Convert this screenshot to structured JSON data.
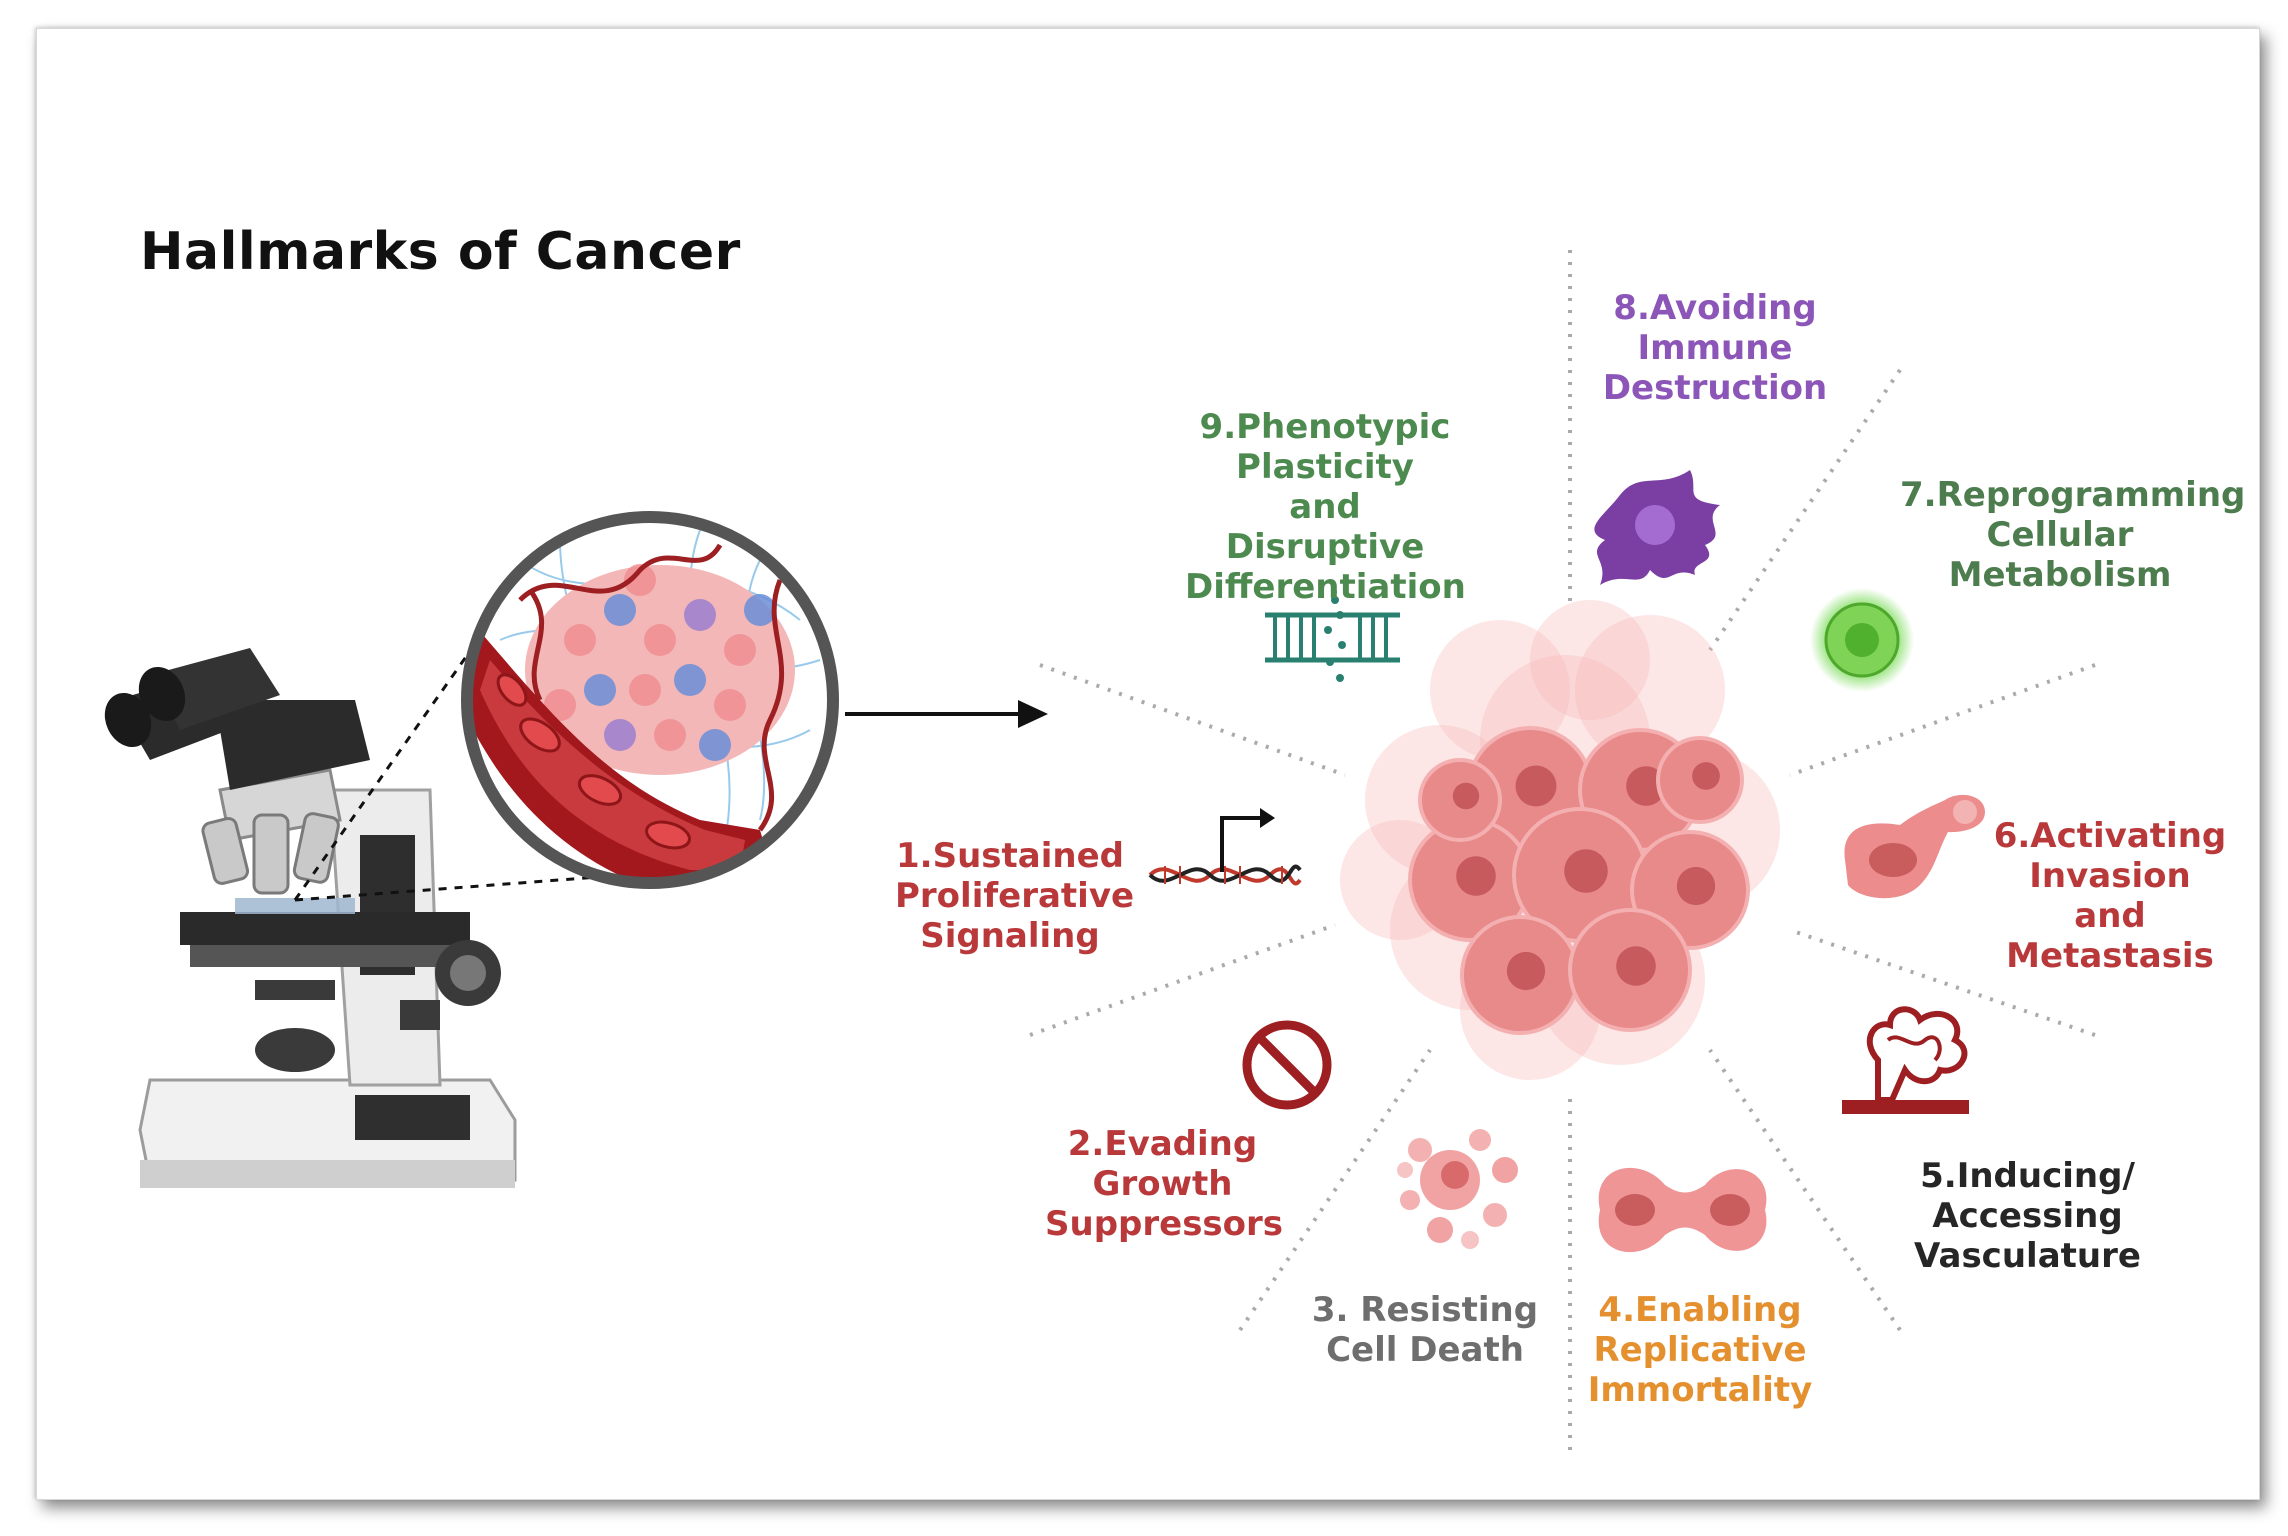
{
  "title": "Hallmarks of Cancer",
  "hallmarks": [
    {
      "label": "1.Sustained\nProliferative\nSignaling",
      "color": "#b9393b",
      "icon": "dna-transcription-icon"
    },
    {
      "label": "2.Evading\nGrowth\nSuppressors",
      "color": "#b9393b",
      "icon": "prohibition-icon"
    },
    {
      "label": "3. Resisting\nCell Death",
      "color": "#6e6e6e",
      "icon": "apoptotic-cell-icon"
    },
    {
      "label": "4.Enabling\nReplicative\nImmortality",
      "color": "#e5902f",
      "icon": "dividing-cell-icon"
    },
    {
      "label": "5.Inducing/\nAccessing\nVasculature",
      "color": "#262626",
      "icon": "blood-vessel-icon"
    },
    {
      "label": "6.Activating\nInvasion and\nMetastasis",
      "color": "#b9393b",
      "icon": "migrating-cell-icon"
    },
    {
      "label": "7.Reprogramming\nCellular\nMetabolism",
      "color": "#4d7d4f",
      "icon": "glowing-cell-icon"
    },
    {
      "label": "8.Avoiding\nImmune\nDestruction",
      "color": "#8c55b8",
      "icon": "immune-cell-icon"
    },
    {
      "label": "9.Phenotypic\nPlasticity\nand Disruptive\nDifferentiation",
      "color": "#4d8a4f",
      "icon": "membrane-channel-icon"
    }
  ],
  "colors": {
    "tumor": "#e8898a",
    "vessel": "#9d1f22",
    "microscope": "#2d2d2d"
  }
}
